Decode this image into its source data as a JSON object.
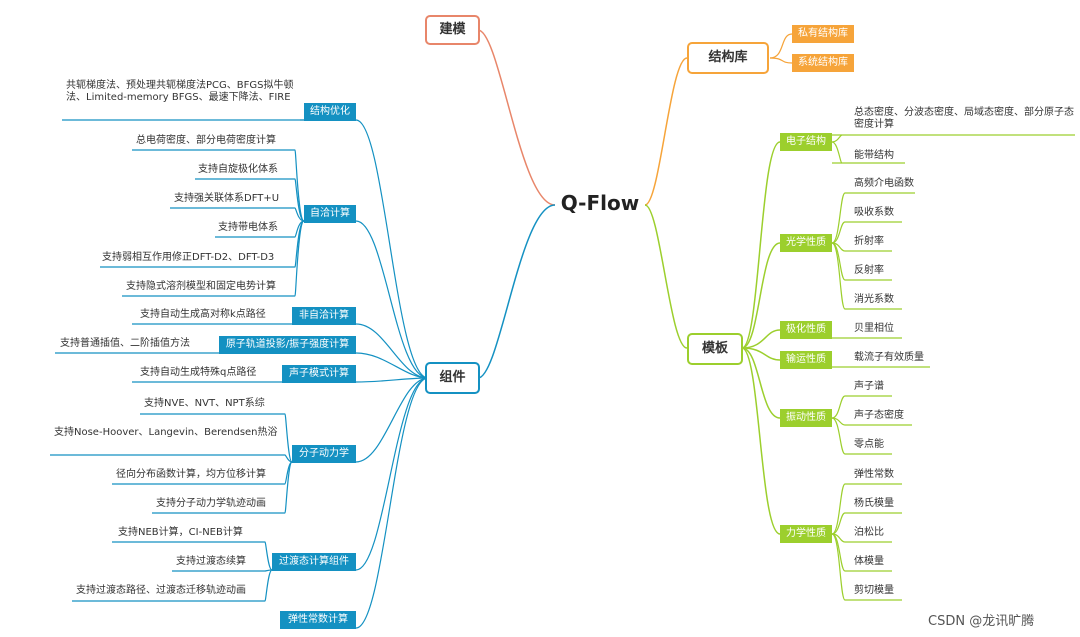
{
  "center": "Q-Flow",
  "left_top": {
    "label": "建模",
    "color": "#e8866a"
  },
  "components": {
    "label": "组件",
    "color": "#1491c2",
    "groups": [
      {
        "tag": "结构优化",
        "leaves": [
          "共轭梯度法、预处理共轭梯度法PCG、BFGS拟牛顿法、Limited-memory BFGS、最速下降法、FIRE"
        ]
      },
      {
        "tag": "自洽计算",
        "leaves": [
          "总电荷密度、部分电荷密度计算",
          "支持自旋极化体系",
          "支持强关联体系DFT+U",
          "支持带电体系",
          "支持弱相互作用修正DFT-D2、DFT-D3",
          "支持隐式溶剂模型和固定电势计算"
        ]
      },
      {
        "tag": "非自洽计算",
        "leaves": [
          "支持自动生成高对称k点路径"
        ]
      },
      {
        "tag": "原子轨道投影/振子强度计算",
        "leaves": [
          "支持普通插值、二阶插值方法"
        ]
      },
      {
        "tag": "声子模式计算",
        "leaves": [
          "支持自动生成特殊q点路径"
        ]
      },
      {
        "tag": "分子动力学",
        "leaves": [
          "支持NVE、NVT、NPT系综",
          "支持Nose-Hoover、Langevin、Berendsen热浴",
          "径向分布函数计算，均方位移计算",
          "支持分子动力学轨迹动画"
        ]
      },
      {
        "tag": "过渡态计算组件",
        "leaves": [
          "支持NEB计算，CI-NEB计算",
          "支持过渡态续算",
          "支持过渡态路径、过渡态迁移轨迹动画"
        ]
      },
      {
        "tag": "弹性常数计算",
        "leaves": []
      }
    ]
  },
  "structure_lib": {
    "label": "结构库",
    "color": "#f6a43a",
    "items": [
      "私有结构库",
      "系统结构库"
    ]
  },
  "template": {
    "label": "模板",
    "color": "#9ccf2d",
    "groups": [
      {
        "tag": "电子结构",
        "leaves": [
          "总态密度、分波态密度、局域态密度、部分原子态密度计算",
          "能带结构"
        ]
      },
      {
        "tag": "光学性质",
        "leaves": [
          "高频介电函数",
          "吸收系数",
          "折射率",
          "反射率",
          "消光系数"
        ]
      },
      {
        "tag": "极化性质",
        "leaves": [
          "贝里相位"
        ]
      },
      {
        "tag": "输运性质",
        "leaves": [
          "载流子有效质量"
        ]
      },
      {
        "tag": "振动性质",
        "leaves": [
          "声子谱",
          "声子态密度",
          "零点能"
        ]
      },
      {
        "tag": "力学性质",
        "leaves": [
          "弹性常数",
          "杨氏模量",
          "泊松比",
          "体模量",
          "剪切模量"
        ]
      }
    ]
  },
  "watermark": "CSDN @龙讯旷腾"
}
